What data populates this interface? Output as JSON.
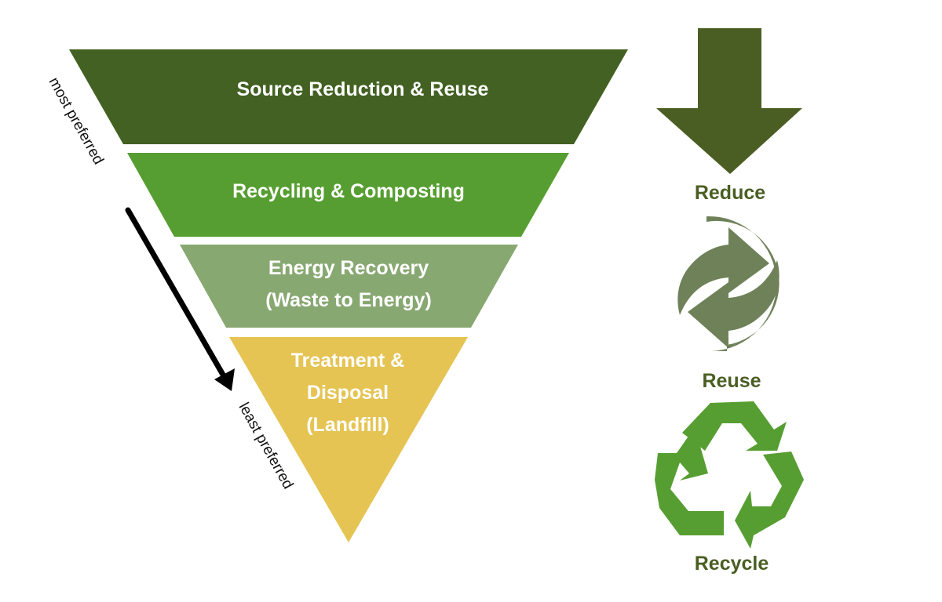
{
  "diagram": {
    "type": "inverted-pyramid",
    "title": "Waste Management Hierarchy",
    "layers": [
      {
        "lines": [
          "Source Reduction & Reuse"
        ],
        "color": "#426122"
      },
      {
        "lines": [
          "Recycling & Composting"
        ],
        "color": "#579e32"
      },
      {
        "lines": [
          "Energy Recovery",
          "(Waste to Energy)"
        ],
        "color": "#88a872"
      },
      {
        "lines": [
          "Treatment &",
          "Disposal",
          "(Landfill)"
        ],
        "color": "#e5c453"
      }
    ],
    "preference_axis": {
      "top_label": "most preferred",
      "bottom_label": "least preferred",
      "arrow_color": "#000000"
    },
    "icons": [
      {
        "name": "down-arrow-icon",
        "label": "Reduce",
        "color": "#4a5e23"
      },
      {
        "name": "green-dot-reuse-icon",
        "label": "Reuse",
        "color": "#6e8158"
      },
      {
        "name": "recycle-icon",
        "label": "Recycle",
        "color": "#579e32"
      }
    ],
    "label_color": "#4a5e23"
  }
}
